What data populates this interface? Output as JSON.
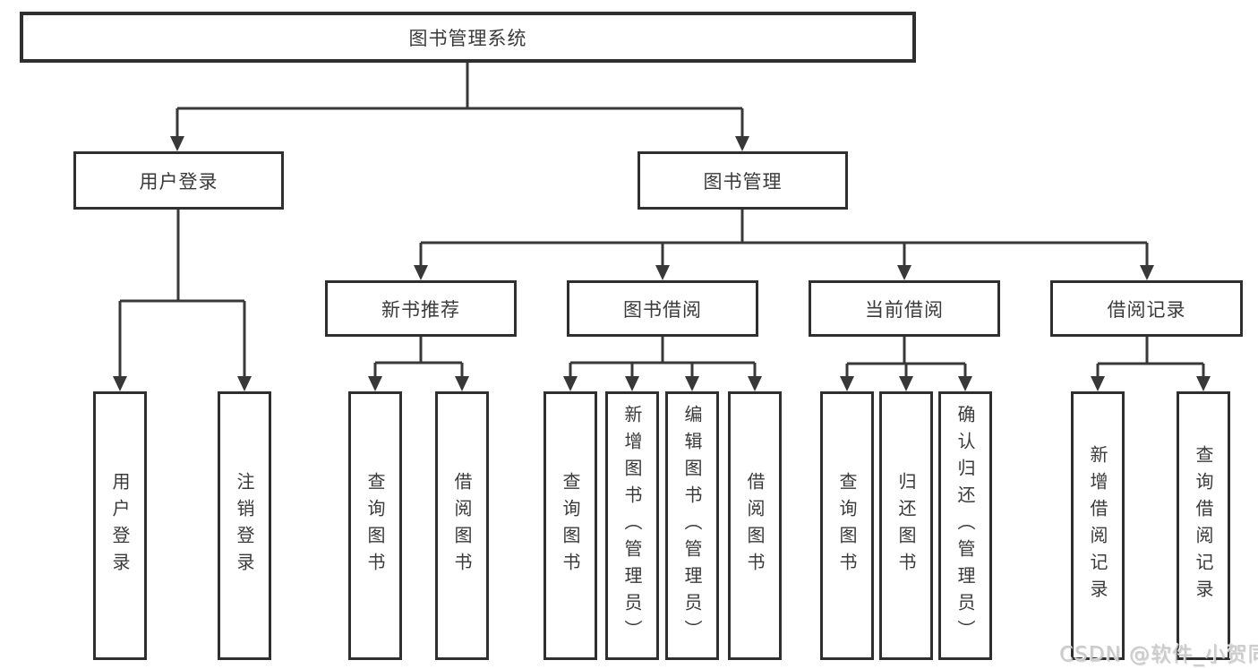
{
  "diagram": {
    "root": "图书管理系统",
    "level2": [
      "用户登录",
      "图书管理"
    ],
    "level3": [
      "新书推荐",
      "图书借阅",
      "当前借阅",
      "借阅记录"
    ],
    "leaves": [
      "用户登录",
      "注销登录",
      "查询图书",
      "借阅图书",
      "查询图书",
      "新增图书（管理员）",
      "编辑图书（管理员）",
      "借阅图书",
      "查询图书",
      "归还图书",
      "确认归还（管理员）",
      "新增借阅记录",
      "查询借阅记录"
    ]
  },
  "watermark": "CSDN @软件_小贺同学",
  "colors": {
    "line": "#383838",
    "border": "#2f2f2f",
    "text": "#3a3a3a",
    "background": "#ffffff",
    "watermark": "#c9c9c9"
  }
}
